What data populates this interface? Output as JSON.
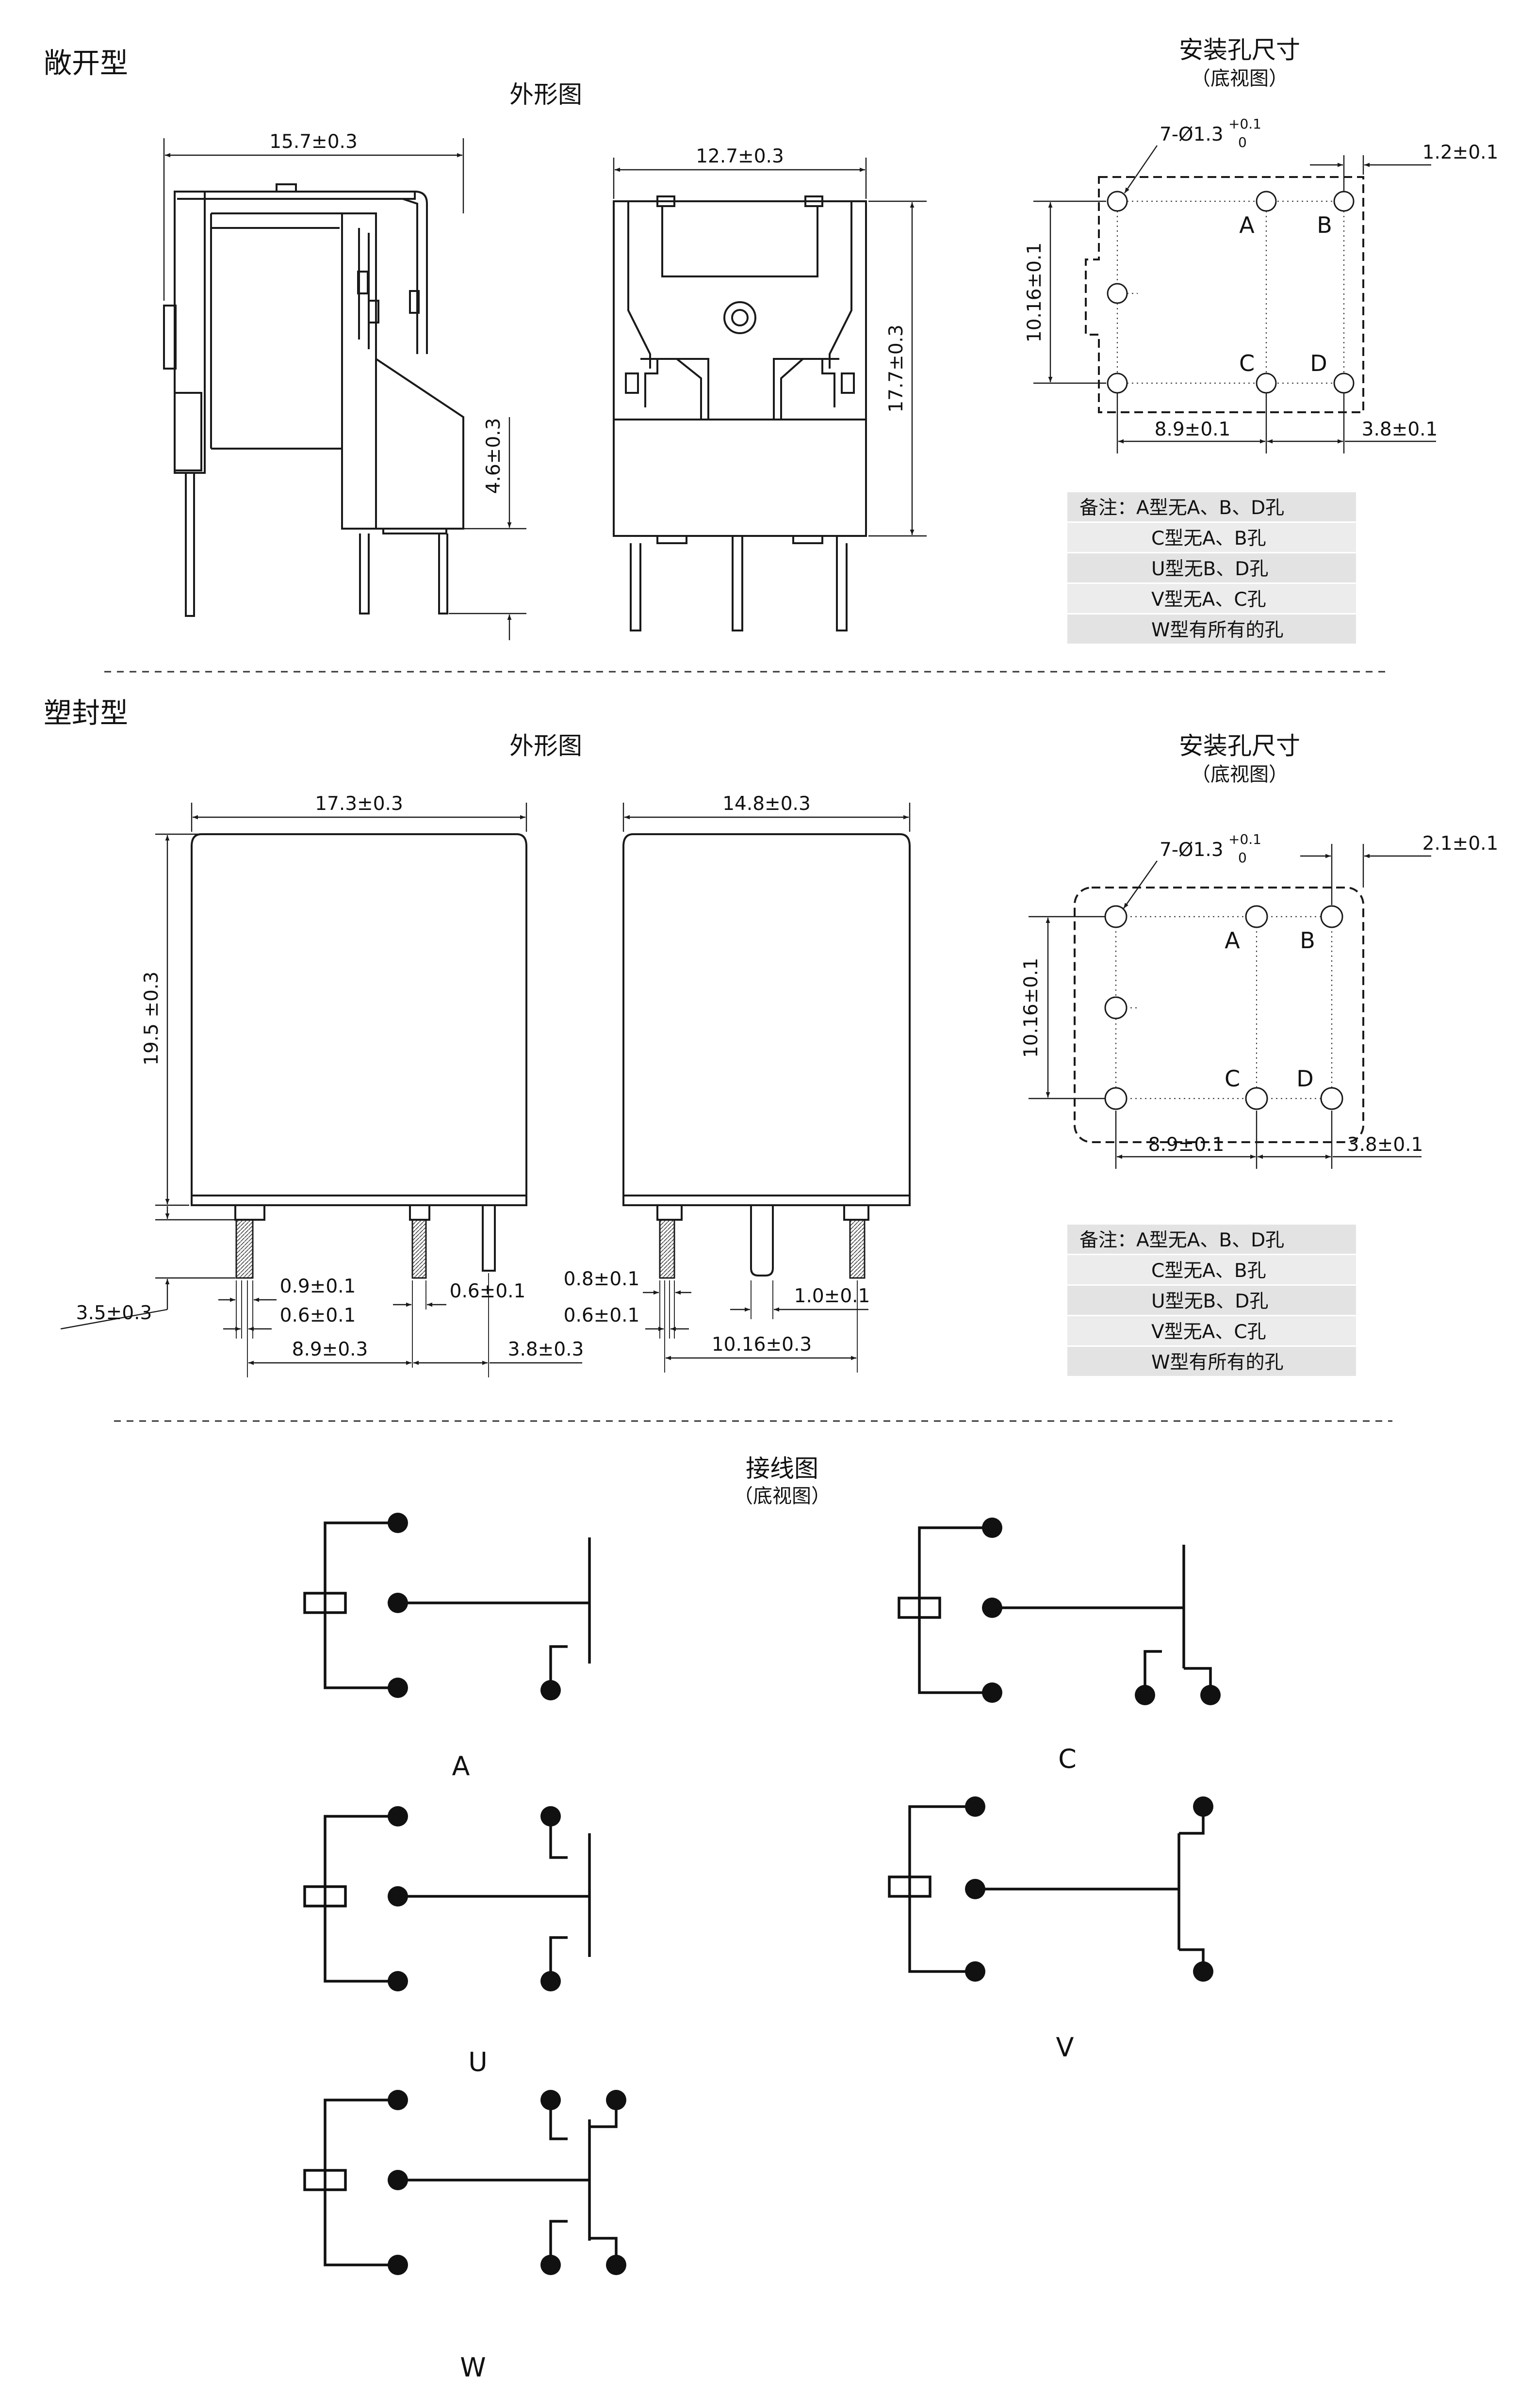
{
  "section_open": {
    "heading": "敞开型",
    "outline_title": "外形图",
    "mount_title": "安装孔尺寸",
    "mount_subtitle": "（底视图）",
    "dims": {
      "width": "15.7±0.3",
      "front_width": "12.7±0.3",
      "height": "17.7±0.3",
      "pin_len": "4.6±0.3",
      "hole_prefix": "7-Ø1.3",
      "hole_tol_up": "+0.1",
      "hole_tol_low": "0",
      "edge": "1.2±0.1",
      "vspace": "10.16±0.1",
      "hspace": "8.9±0.1",
      "hspace2": "3.8±0.1"
    },
    "hole_labels": [
      "A",
      "B",
      "C",
      "D"
    ],
    "notes": [
      "备注：A型无A、B、D孔",
      "C型无A、B孔",
      "U型无B、D孔",
      "V型无A、C孔",
      "W型有所有的孔"
    ]
  },
  "section_sealed": {
    "heading": "塑封型",
    "outline_title": "外形图",
    "mount_title": "安装孔尺寸",
    "mount_subtitle": "（底视图）",
    "dims": {
      "width": "17.3±0.3",
      "front_width": "14.8±0.3",
      "height": "19.5 ±0.3",
      "pin_len": "3.5±0.3",
      "pin_w1": "0.9±0.1",
      "pin_w2": "0.6±0.1",
      "pin_w3": "0.6±0.1",
      "pitch1": "8.9±0.3",
      "pitch2": "3.8±0.3",
      "side_w1": "0.8±0.1",
      "side_w2": "0.6±0.1",
      "side_w3": "1.0±0.1",
      "side_pitch": "10.16±0.3",
      "hole_prefix": "7-Ø1.3",
      "hole_tol_up": "+0.1",
      "hole_tol_low": "0",
      "edge": "2.1±0.1",
      "vspace": "10.16±0.1",
      "hspace": "8.9±0.1",
      "hspace2": "3.8±0.1"
    },
    "hole_labels": [
      "A",
      "B",
      "C",
      "D"
    ],
    "notes": [
      "备注：A型无A、B、D孔",
      "C型无A、B孔",
      "U型无B、D孔",
      "V型无A、C孔",
      "W型有所有的孔"
    ]
  },
  "wiring": {
    "title": "接线图",
    "subtitle": "（底视图）",
    "labels": [
      "A",
      "C",
      "U",
      "V",
      "W"
    ]
  },
  "colors": {
    "line": "#1a1a1a",
    "note_bg": "#e3e3e3",
    "background": "#ffffff"
  }
}
